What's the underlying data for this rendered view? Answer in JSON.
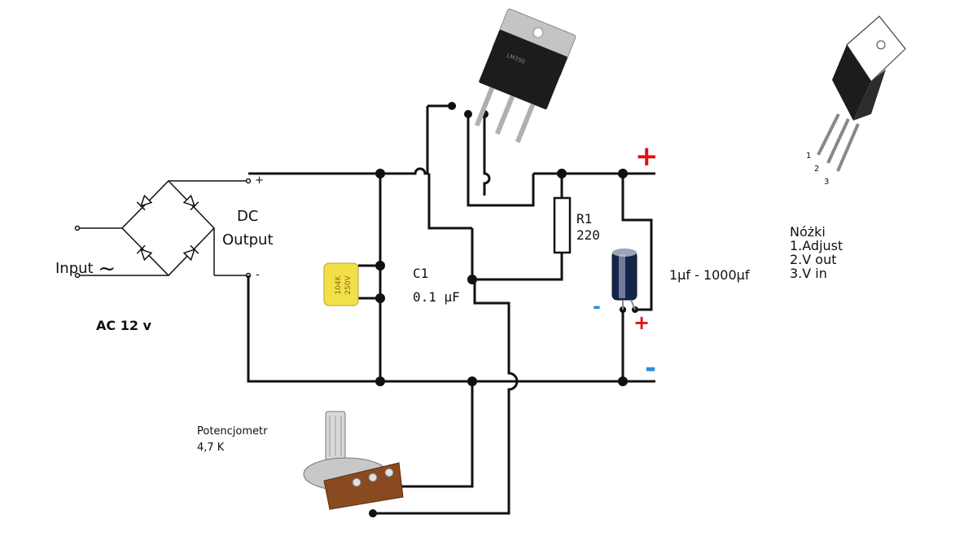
{
  "labels": {
    "dc_output_line1": "DC",
    "dc_output_line2": "Output",
    "input": "Input",
    "input_symbol": "~",
    "ac_voltage": "AC 12 v",
    "plus_small": "+",
    "minus_small": "-",
    "c1_name": "C1",
    "c1_value": "0.1 μF",
    "r1_name": "R1",
    "r1_value": "220",
    "cap_range": "1μf - 1000μf",
    "out_plus": "+",
    "out_minus": "-",
    "cap_minus": "-",
    "cap_plus": "+",
    "pot_line1": "Potencjometr",
    "pot_line2": "4,7 K",
    "legend_title": "Nóżki",
    "legend_1": "1.Adjust",
    "legend_2": "2.V out",
    "legend_3": "3.V in",
    "pin_1": "1",
    "pin_2": "2",
    "pin_3": "3",
    "c1_marking_1": "104K",
    "c1_marking_2": "250V",
    "reg_marking": "LM350"
  },
  "colors": {
    "wire": "#111111",
    "plus": "#e01010",
    "minus": "#2a8fe0",
    "c1_body": "#f2e04a",
    "reg_metal": "#b8b8b8",
    "reg_body": "#1c1c1c"
  }
}
